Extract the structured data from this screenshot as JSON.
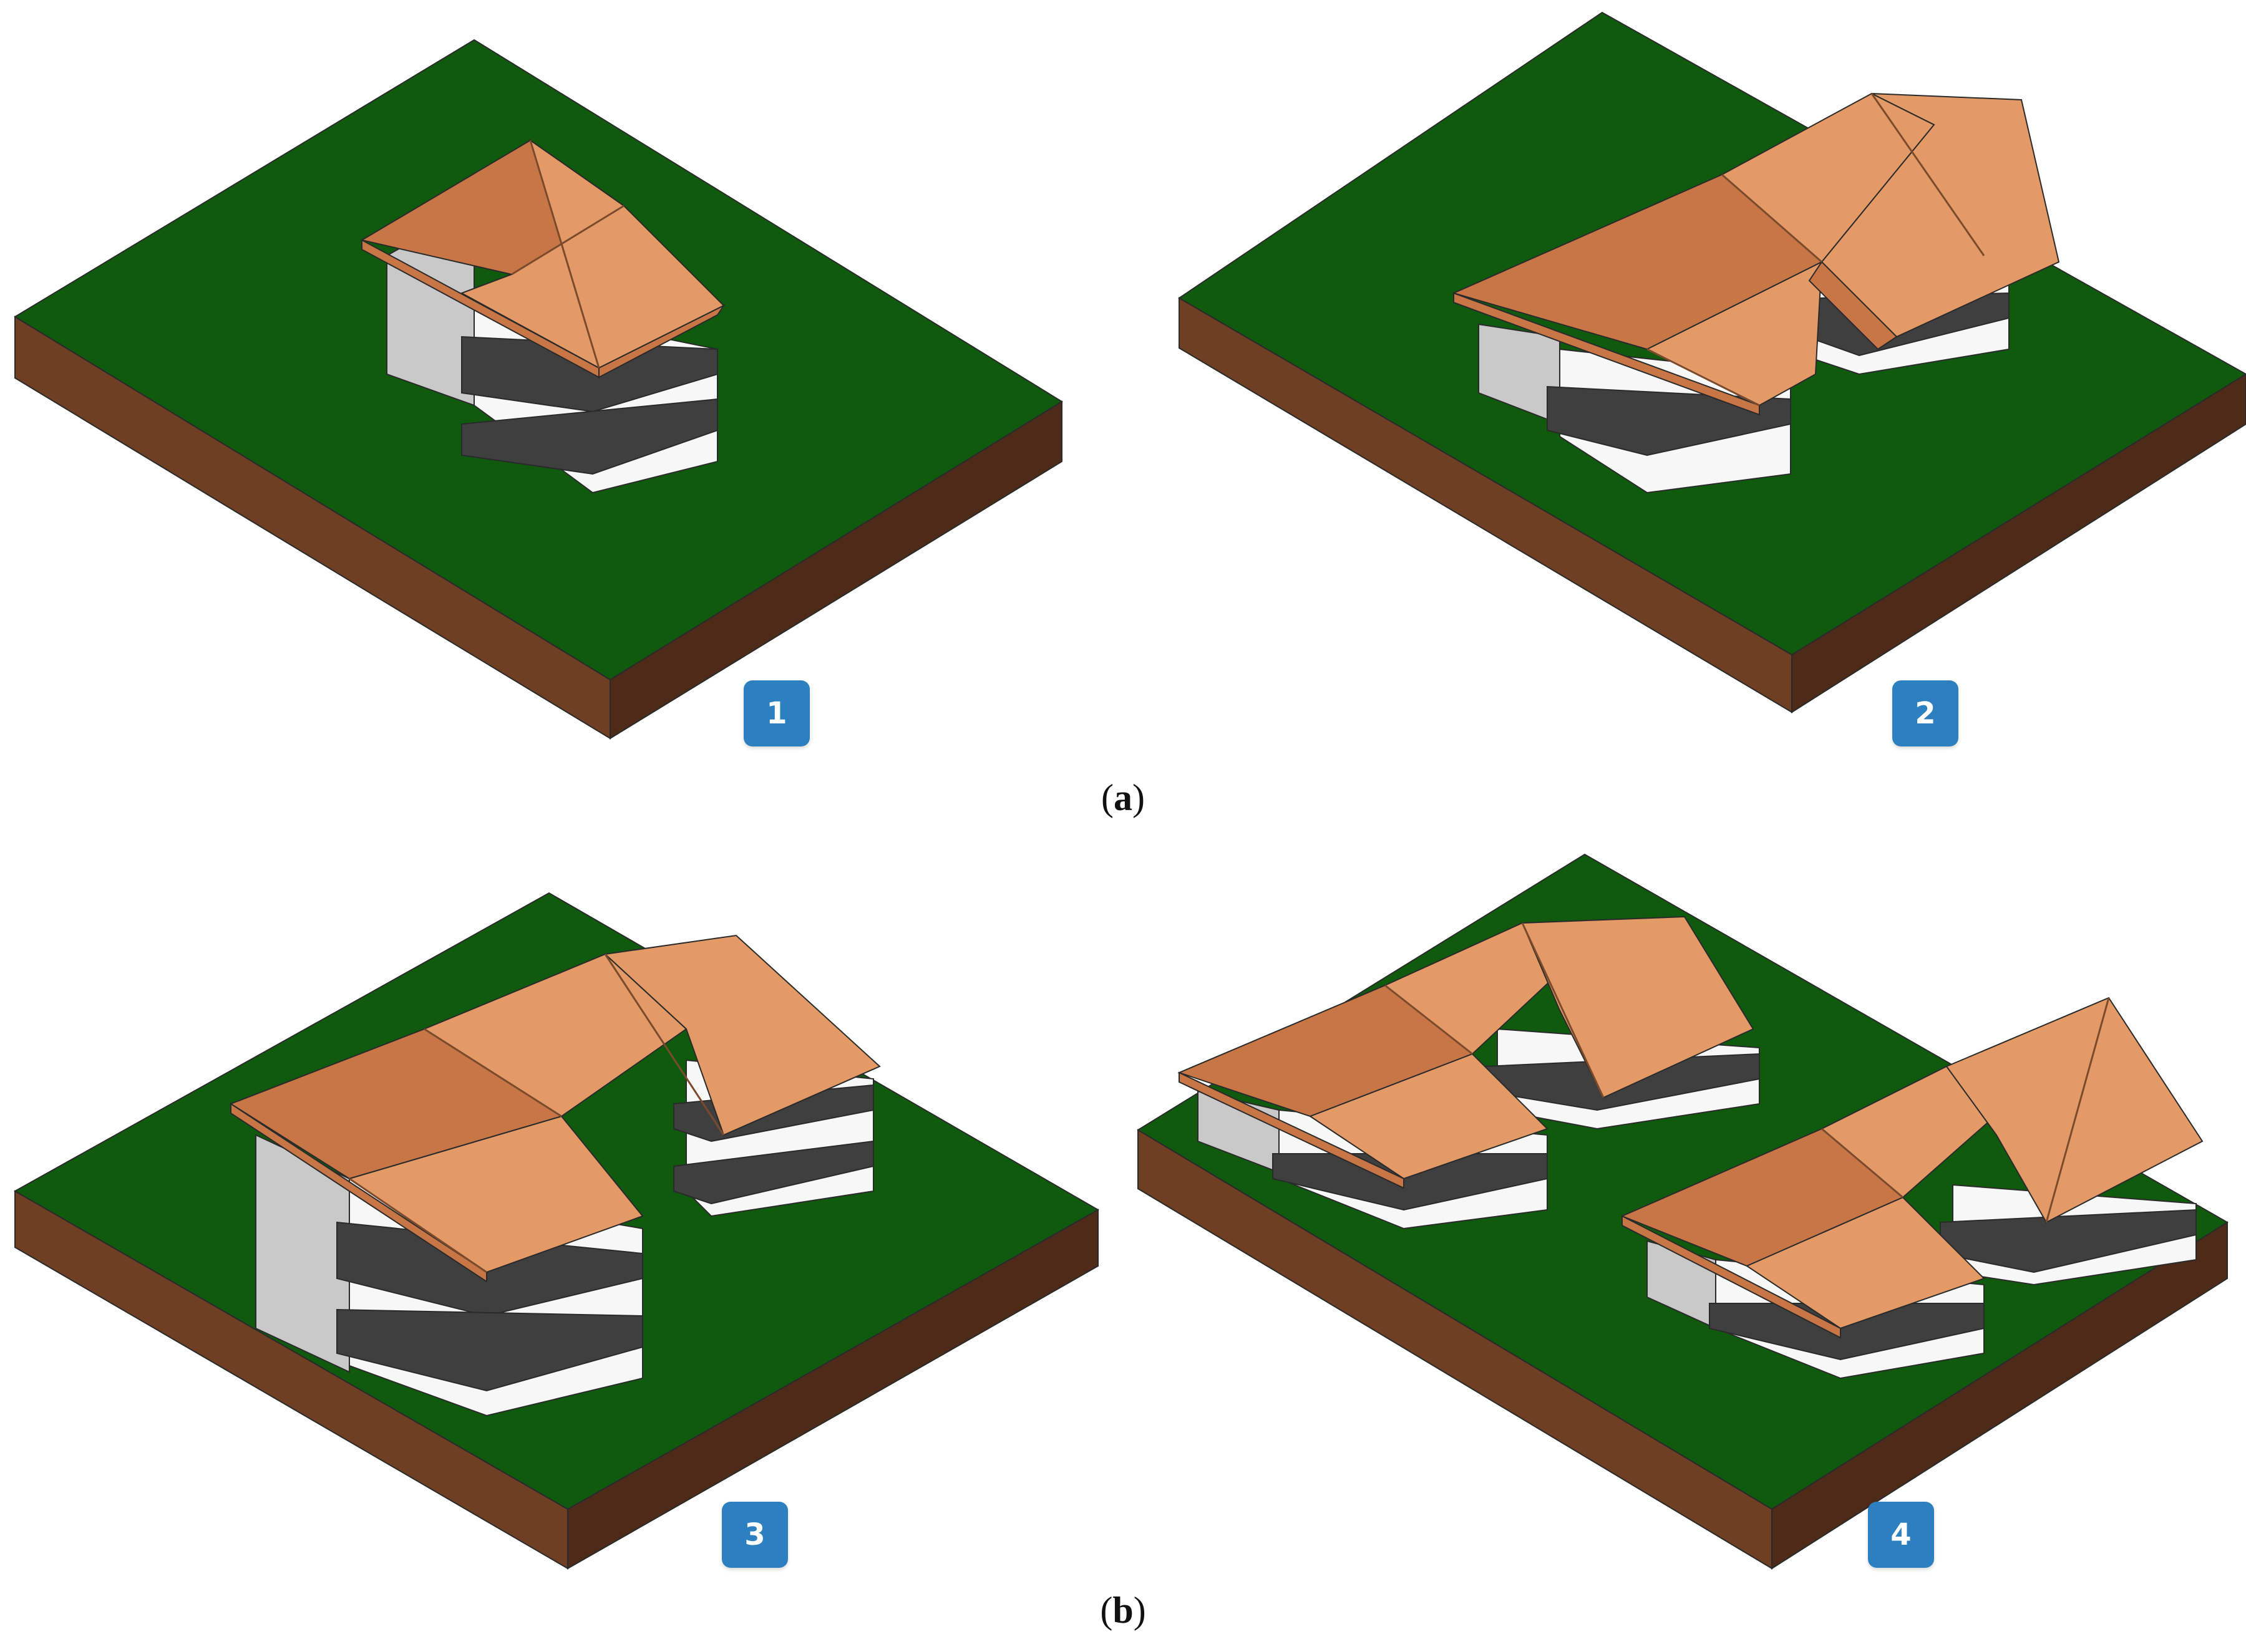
{
  "colors": {
    "grass": "#0f5a0d",
    "soil_left": "#6f3f24",
    "soil_right": "#4e2b18",
    "roof_light": "#e39a66",
    "roof_dark": "#c97646",
    "wall_light": "#f7f7f7",
    "wall_shade": "#c9c9c9",
    "railing": "#3f3f3f",
    "badge": "#2c80bf"
  },
  "panels": [
    {
      "label": "1",
      "subject": "single-house-1"
    },
    {
      "label": "2",
      "subject": "l-shaped-house"
    },
    {
      "label": "3",
      "subject": "two-storey-l-shaped-house"
    },
    {
      "label": "4",
      "subject": "two-l-shaped-houses"
    }
  ],
  "captions": [
    {
      "letter": "a"
    },
    {
      "letter": "b"
    }
  ]
}
